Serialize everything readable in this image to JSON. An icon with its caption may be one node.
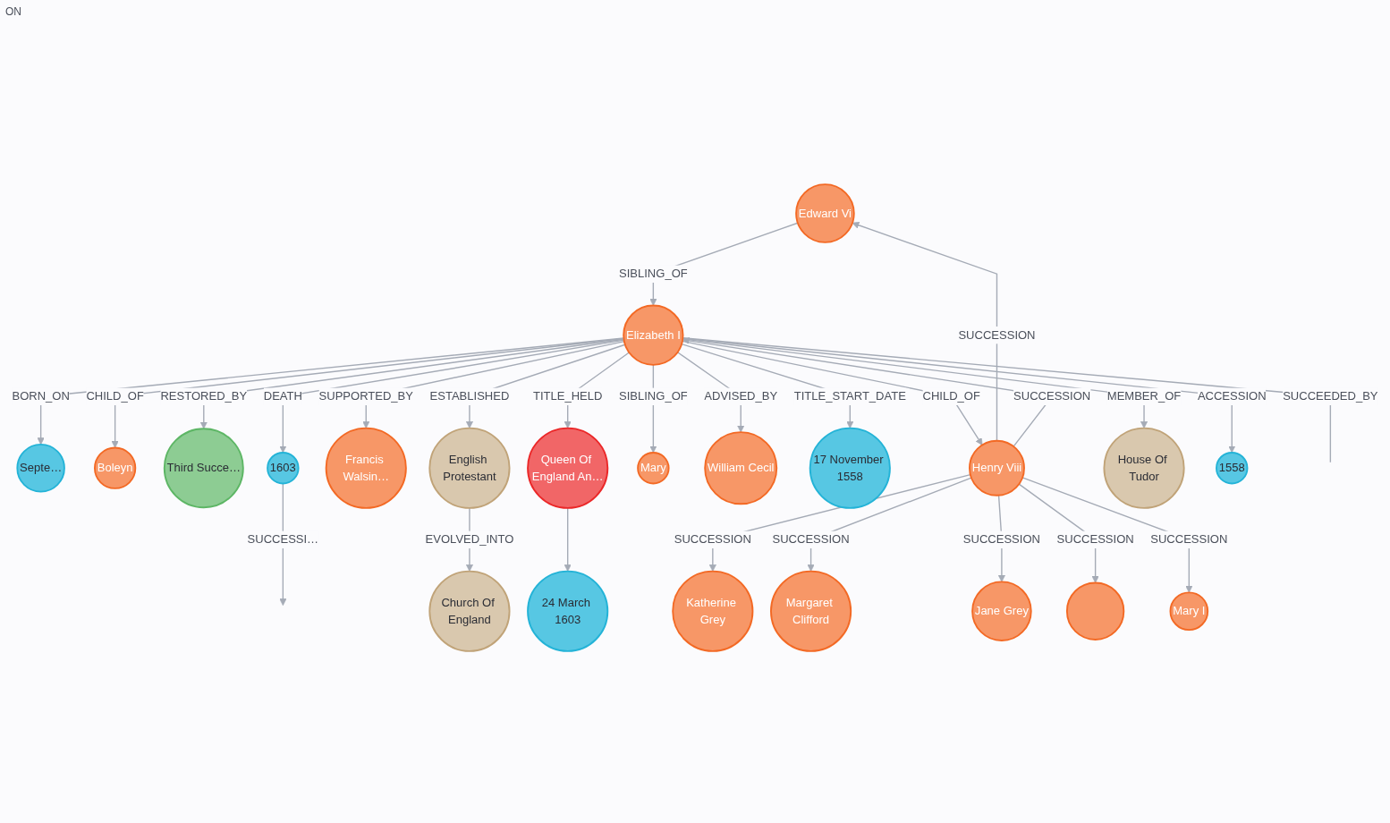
{
  "diagram": {
    "nodes": [
      {
        "text": [
          "Septe…"
        ]
      },
      {
        "text": [
          "Boleyn"
        ]
      },
      {
        "text": [
          "Third Succe…"
        ]
      },
      {
        "text": [
          "1603"
        ]
      },
      {
        "text": [
          "Edward Vi"
        ]
      },
      {
        "text": [
          "Francis Walsin…"
        ]
      },
      {
        "text": [
          "Elizabeth I"
        ]
      },
      {
        "text": [
          "English Protestant"
        ]
      },
      {
        "text": [
          "Queen Of England An…"
        ]
      },
      {
        "text": [
          "24 March 1603"
        ]
      },
      {
        "text": [
          "Church Of England"
        ]
      },
      {
        "text": [
          "Mary"
        ]
      },
      {
        "text": [
          "William Cecil"
        ]
      },
      {
        "text": [
          "17 November 1558"
        ]
      },
      {
        "text": [
          "Katherine Grey"
        ]
      },
      {
        "text": [
          "Henry Viii"
        ]
      },
      {
        "text": [
          "House Of Tudor"
        ]
      },
      {
        "text": [
          "1558"
        ]
      },
      {
        "text": [
          "Margaret Clifford"
        ]
      },
      {
        "text": [
          "Mary I"
        ]
      },
      {
        "text": [
          "Jane Grey"
        ]
      },
      {
        "text": [],
        "shape": "circle"
      }
    ],
    "edges": [
      {
        "from": 6,
        "to": 0,
        "arrow": "to",
        "label": "BORN_ON"
      },
      {
        "from": 6,
        "to": 1,
        "arrow": "to",
        "label": "CHILD_OF"
      },
      {
        "from": 6,
        "to": null,
        "arrow": "none",
        "label": "SUCCEEDED_BY"
      },
      {
        "from": 3,
        "to": null,
        "arrow": "to",
        "label": "SUCCESSI…"
      },
      {
        "from": 6,
        "to": 2,
        "arrow": "to",
        "label": "RESTORED_BY"
      },
      {
        "from": 6,
        "to": 3,
        "arrow": "to",
        "label": "DEATH"
      },
      {
        "from": 6,
        "to": 5,
        "arrow": "to",
        "label": "SUPPORTED_BY"
      },
      {
        "from": 4,
        "to": 6,
        "arrow": "to",
        "label": "SIBLING_OF"
      },
      {
        "from": 6,
        "to": 7,
        "arrow": "to",
        "label": "ESTABLISHED"
      },
      {
        "from": 7,
        "to": 10,
        "arrow": "to",
        "label": "EVOLVED_INTO"
      },
      {
        "from": 6,
        "to": 8,
        "arrow": "to",
        "label": "TITLE_HELD"
      },
      {
        "from": 8,
        "to": 9,
        "arrow": "to"
      },
      {
        "from": 15,
        "to": 4,
        "arrow": "to",
        "label": "SUCCESSION"
      },
      {
        "from": 15,
        "to": 6,
        "arrow": "to",
        "label": "SUCCESSION"
      },
      {
        "from": 6,
        "to": 15,
        "arrow": "to",
        "label": "CHILD_OF"
      },
      {
        "from": 6,
        "to": 16,
        "arrow": "to",
        "label": "MEMBER_OF"
      },
      {
        "from": 6,
        "to": 17,
        "arrow": "to",
        "label": "ACCESSION"
      },
      {
        "from": 6,
        "to": 11,
        "arrow": "to",
        "label": "SIBLING_OF"
      },
      {
        "from": 6,
        "to": 12,
        "arrow": "to",
        "label": "ADVISED_BY"
      },
      {
        "from": 6,
        "to": 13,
        "arrow": "to",
        "label": "TITLE_START_DATE"
      },
      {
        "from": 15,
        "to": 14,
        "arrow": "to",
        "label": "SUCCESSION"
      },
      {
        "from": 15,
        "to": 18,
        "arrow": "to",
        "label": "SUCCESSION"
      },
      {
        "from": 15,
        "to": 20,
        "arrow": "to",
        "label": "SUCCESSION"
      },
      {
        "from": 15,
        "to": 21,
        "arrow": "to",
        "label": "SUCCESSION"
      },
      {
        "from": 15,
        "to": 19,
        "arrow": "to",
        "label": "SUCCESSION"
      }
    ],
    "labels": [
      "ON"
    ]
  }
}
